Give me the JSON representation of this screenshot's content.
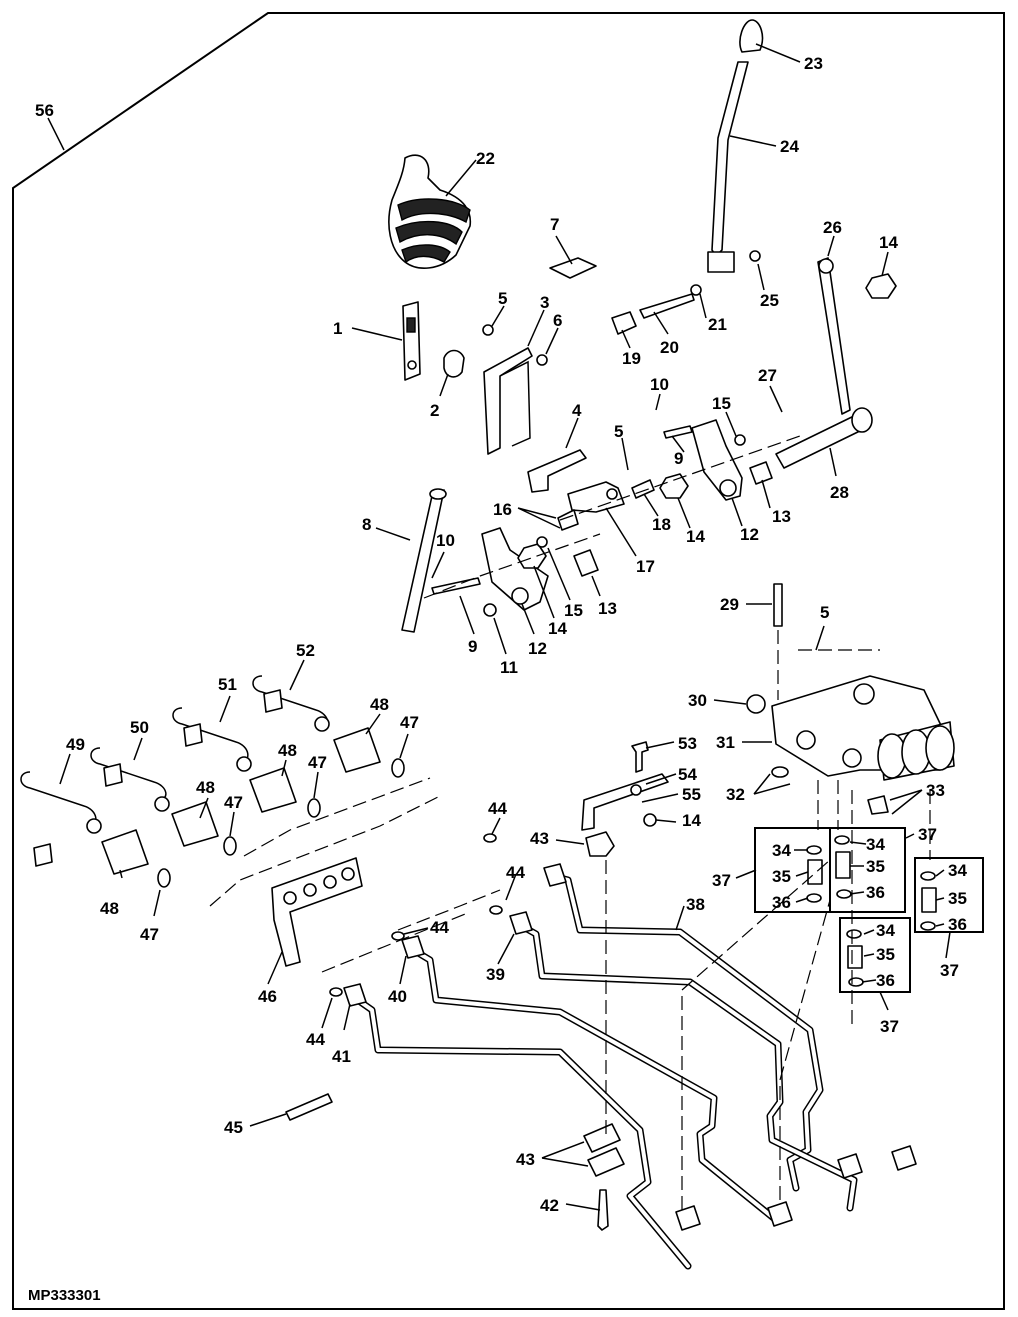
{
  "figure_id": "MP333301",
  "callouts": [
    {
      "id": "c56",
      "label": "56"
    },
    {
      "id": "c22",
      "label": "22"
    },
    {
      "id": "c23",
      "label": "23"
    },
    {
      "id": "c24",
      "label": "24"
    },
    {
      "id": "c7",
      "label": "7"
    },
    {
      "id": "c26",
      "label": "26"
    },
    {
      "id": "c14a",
      "label": "14"
    },
    {
      "id": "c25",
      "label": "25"
    },
    {
      "id": "c1",
      "label": "1"
    },
    {
      "id": "c5a",
      "label": "5"
    },
    {
      "id": "c3",
      "label": "3"
    },
    {
      "id": "c6",
      "label": "6"
    },
    {
      "id": "c21",
      "label": "21"
    },
    {
      "id": "c20",
      "label": "20"
    },
    {
      "id": "c19",
      "label": "19"
    },
    {
      "id": "c2",
      "label": "2"
    },
    {
      "id": "c10a",
      "label": "10"
    },
    {
      "id": "c27",
      "label": "27"
    },
    {
      "id": "c15a",
      "label": "15"
    },
    {
      "id": "c4",
      "label": "4"
    },
    {
      "id": "c5b",
      "label": "5"
    },
    {
      "id": "c9a",
      "label": "9"
    },
    {
      "id": "c13a",
      "label": "13"
    },
    {
      "id": "c28",
      "label": "28"
    },
    {
      "id": "c16",
      "label": "16"
    },
    {
      "id": "c18",
      "label": "18"
    },
    {
      "id": "c14b",
      "label": "14"
    },
    {
      "id": "c12a",
      "label": "12"
    },
    {
      "id": "c17",
      "label": "17"
    },
    {
      "id": "c8",
      "label": "8"
    },
    {
      "id": "c10b",
      "label": "10"
    },
    {
      "id": "c15b",
      "label": "15"
    },
    {
      "id": "c13b",
      "label": "13"
    },
    {
      "id": "c14c",
      "label": "14"
    },
    {
      "id": "c9b",
      "label": "9"
    },
    {
      "id": "c12b",
      "label": "12"
    },
    {
      "id": "c11",
      "label": "11"
    },
    {
      "id": "c29",
      "label": "29"
    },
    {
      "id": "c5c",
      "label": "5"
    },
    {
      "id": "c52",
      "label": "52"
    },
    {
      "id": "c51",
      "label": "51"
    },
    {
      "id": "c48a",
      "label": "48"
    },
    {
      "id": "c47a",
      "label": "47"
    },
    {
      "id": "c50",
      "label": "50"
    },
    {
      "id": "c48b",
      "label": "48"
    },
    {
      "id": "c47b",
      "label": "47"
    },
    {
      "id": "c49",
      "label": "49"
    },
    {
      "id": "c48c",
      "label": "48"
    },
    {
      "id": "c47c",
      "label": "47"
    },
    {
      "id": "c30",
      "label": "30"
    },
    {
      "id": "c31",
      "label": "31"
    },
    {
      "id": "c53",
      "label": "53"
    },
    {
      "id": "c54",
      "label": "54"
    },
    {
      "id": "c32",
      "label": "32"
    },
    {
      "id": "c55",
      "label": "55"
    },
    {
      "id": "c33",
      "label": "33"
    },
    {
      "id": "c44a",
      "label": "44"
    },
    {
      "id": "c43a",
      "label": "43"
    },
    {
      "id": "c14d",
      "label": "14"
    },
    {
      "id": "c34a",
      "label": "34"
    },
    {
      "id": "c34b",
      "label": "34"
    },
    {
      "id": "c37a",
      "label": "37"
    },
    {
      "id": "c35a",
      "label": "35"
    },
    {
      "id": "c35b",
      "label": "35"
    },
    {
      "id": "c37b",
      "label": "37"
    },
    {
      "id": "c34c",
      "label": "34"
    },
    {
      "id": "c36a",
      "label": "36"
    },
    {
      "id": "c36b",
      "label": "36"
    },
    {
      "id": "c35c",
      "label": "35"
    },
    {
      "id": "c48d",
      "label": "48"
    },
    {
      "id": "c47d",
      "label": "47"
    },
    {
      "id": "c44b",
      "label": "44"
    },
    {
      "id": "c38",
      "label": "38"
    },
    {
      "id": "c36c",
      "label": "36"
    },
    {
      "id": "c44c",
      "label": "44"
    },
    {
      "id": "c34d",
      "label": "34"
    },
    {
      "id": "c39",
      "label": "39"
    },
    {
      "id": "c37c",
      "label": "37"
    },
    {
      "id": "c35d",
      "label": "35"
    },
    {
      "id": "c46",
      "label": "46"
    },
    {
      "id": "c40",
      "label": "40"
    },
    {
      "id": "c36d",
      "label": "36"
    },
    {
      "id": "c44d",
      "label": "44"
    },
    {
      "id": "c41",
      "label": "41"
    },
    {
      "id": "c37d",
      "label": "37"
    },
    {
      "id": "c45",
      "label": "45"
    },
    {
      "id": "c43b",
      "label": "43"
    },
    {
      "id": "c42",
      "label": "42"
    }
  ]
}
